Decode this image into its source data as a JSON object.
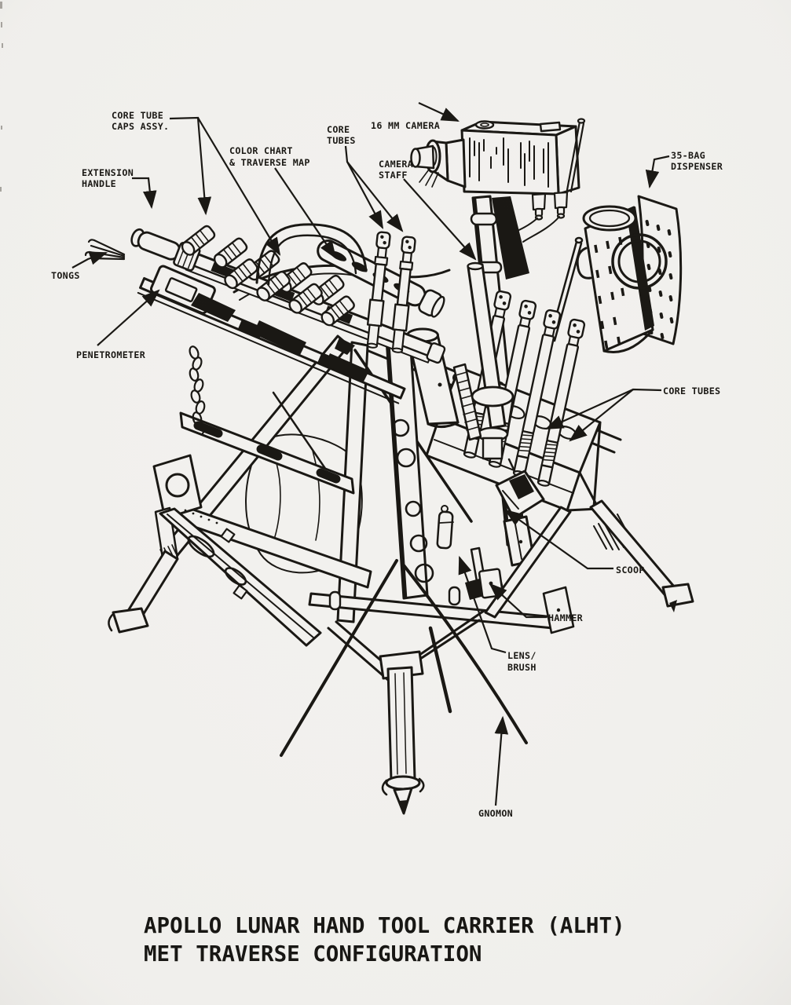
{
  "document": {
    "kind": "technical line illustration",
    "paper_color": "#f2f1ee",
    "ink_color": "#191713"
  },
  "title": {
    "line1": "APOLLO LUNAR HAND TOOL CARRIER (ALHT)",
    "line2": "MET TRAVERSE CONFIGURATION"
  },
  "callouts": {
    "core_tube_caps": {
      "line1": "CORE TUBE",
      "line2": "CAPS ASSY."
    },
    "extension_handle": {
      "line1": "EXTENSION",
      "line2": "HANDLE"
    },
    "tongs": {
      "label": "TONGS"
    },
    "penetrometer": {
      "label": "PENETROMETER"
    },
    "color_chart": {
      "line1": "COLOR CHART",
      "line2": "& TRAVERSE MAP"
    },
    "core_tubes_upper": {
      "line1": "CORE",
      "line2": "TUBES"
    },
    "camera_16mm": {
      "label": "16 MM CAMERA"
    },
    "camera_staff": {
      "line1": "CAMERA",
      "line2": "STAFF"
    },
    "bag_dispenser": {
      "line1": "35-BAG",
      "line2": "DISPENSER"
    },
    "core_tubes_right": {
      "label": "CORE TUBES"
    },
    "scoop": {
      "label": "SCOOP"
    },
    "hammer": {
      "label": "HAMMER"
    },
    "lens_brush": {
      "line1": "LENS/",
      "line2": "BRUSH"
    },
    "gnomon": {
      "label": "GNOMON"
    }
  }
}
